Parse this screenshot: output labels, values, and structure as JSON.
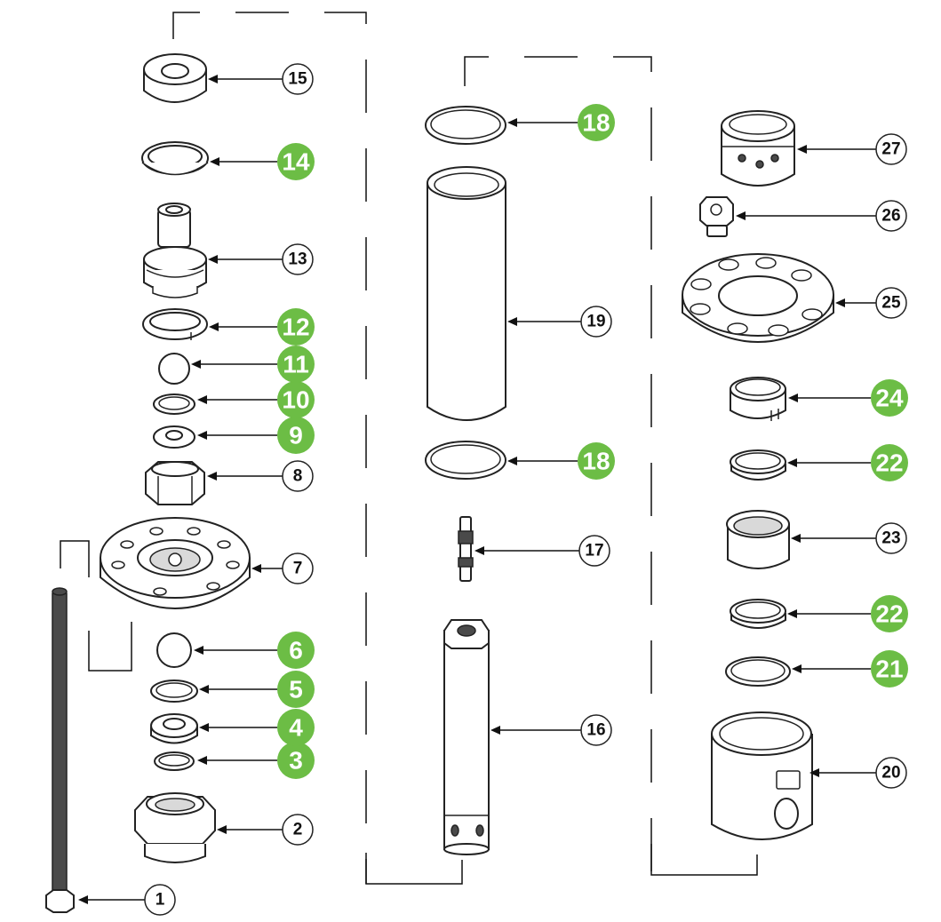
{
  "callouts": [
    {
      "id": "c1",
      "label": "1",
      "highlight": false
    },
    {
      "id": "c2",
      "label": "2",
      "highlight": false
    },
    {
      "id": "c3",
      "label": "3",
      "highlight": true
    },
    {
      "id": "c4",
      "label": "4",
      "highlight": true
    },
    {
      "id": "c5",
      "label": "5",
      "highlight": true
    },
    {
      "id": "c6",
      "label": "6",
      "highlight": true
    },
    {
      "id": "c7",
      "label": "7",
      "highlight": false
    },
    {
      "id": "c8",
      "label": "8",
      "highlight": false
    },
    {
      "id": "c9",
      "label": "9",
      "highlight": true
    },
    {
      "id": "c10",
      "label": "10",
      "highlight": true
    },
    {
      "id": "c11",
      "label": "11",
      "highlight": true
    },
    {
      "id": "c12",
      "label": "12",
      "highlight": true
    },
    {
      "id": "c13",
      "label": "13",
      "highlight": false
    },
    {
      "id": "c14",
      "label": "14",
      "highlight": true
    },
    {
      "id": "c15",
      "label": "15",
      "highlight": false
    },
    {
      "id": "c16",
      "label": "16",
      "highlight": false
    },
    {
      "id": "c17",
      "label": "17",
      "highlight": false
    },
    {
      "id": "c18a",
      "label": "18",
      "highlight": true
    },
    {
      "id": "c18b",
      "label": "18",
      "highlight": true
    },
    {
      "id": "c19",
      "label": "19",
      "highlight": false
    },
    {
      "id": "c20",
      "label": "20",
      "highlight": false
    },
    {
      "id": "c21",
      "label": "21",
      "highlight": true
    },
    {
      "id": "c22a",
      "label": "22",
      "highlight": true
    },
    {
      "id": "c22b",
      "label": "22",
      "highlight": true
    },
    {
      "id": "c23",
      "label": "23",
      "highlight": false
    },
    {
      "id": "c24",
      "label": "24",
      "highlight": true
    },
    {
      "id": "c25",
      "label": "25",
      "highlight": false
    },
    {
      "id": "c26",
      "label": "26",
      "highlight": false
    },
    {
      "id": "c27",
      "label": "27",
      "highlight": false
    }
  ],
  "colors": {
    "highlight_green": "#6cbd45",
    "outline": "#222222",
    "background": "#ffffff"
  }
}
